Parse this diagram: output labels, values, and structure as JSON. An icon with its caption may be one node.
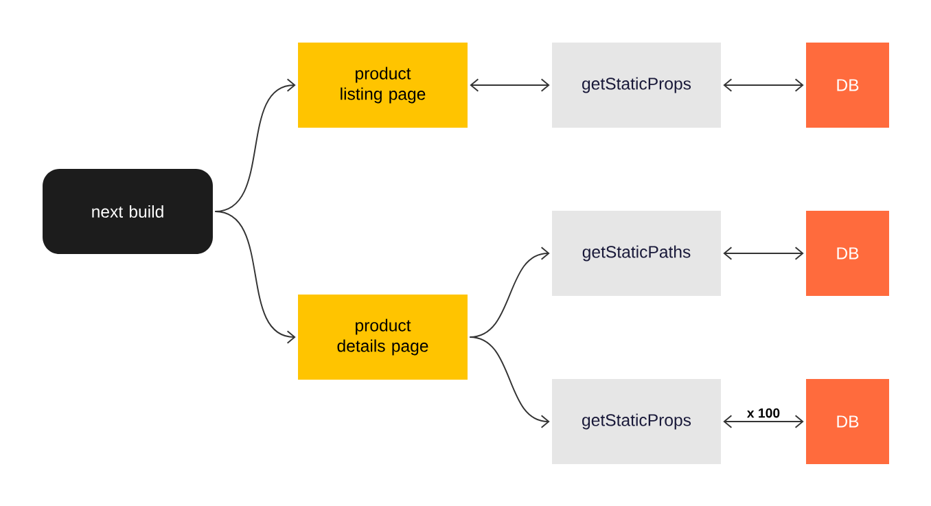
{
  "diagram": {
    "nodes": [
      {
        "text": [
          "next build"
        ]
      },
      {
        "text": [
          "product listing page"
        ]
      },
      {
        "text": [
          "getStaticProps"
        ]
      },
      {
        "text": [
          "DB"
        ]
      },
      {
        "text": [
          "product details page"
        ]
      },
      {
        "text": [
          "getStaticPaths"
        ]
      },
      {
        "text": [
          "DB"
        ]
      },
      {
        "text": [
          "getStaticProps"
        ]
      },
      {
        "text": [
          "DB"
        ]
      }
    ],
    "edges": [
      {
        "from": 0,
        "to": 1,
        "arrow": "to"
      },
      {
        "from": 0,
        "to": 4,
        "arrow": "to"
      },
      {
        "from": 1,
        "to": 2,
        "arrow": "both"
      },
      {
        "from": 2,
        "to": 3,
        "arrow": "both"
      },
      {
        "from": 4,
        "to": 5,
        "arrow": "to"
      },
      {
        "from": 4,
        "to": 7,
        "arrow": "to"
      },
      {
        "from": 5,
        "to": 6,
        "arrow": "both"
      },
      {
        "from": 7,
        "to": 8,
        "arrow": "both",
        "label": "x 100"
      }
    ]
  }
}
